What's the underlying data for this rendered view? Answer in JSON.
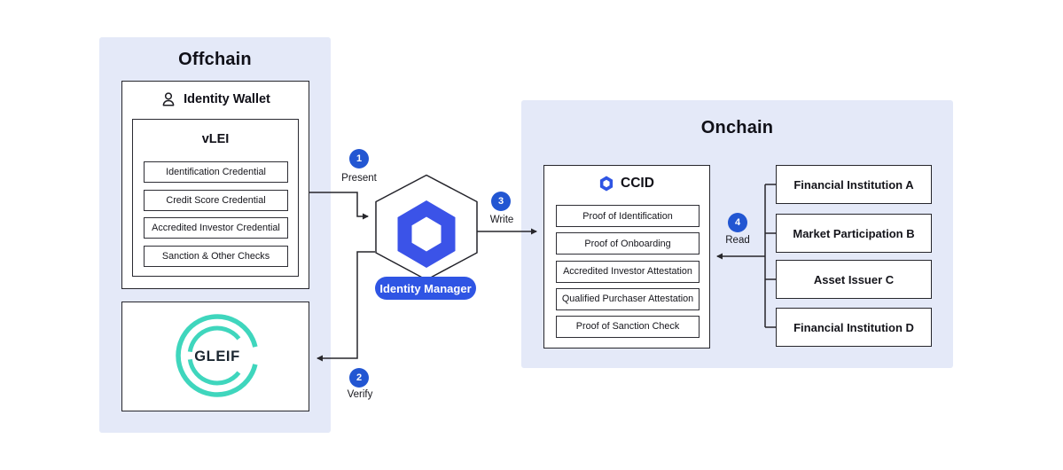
{
  "colors": {
    "panel_lavender": "#E4E9F8",
    "chainlink_blue": "#3B53E8",
    "pill_blue": "#2F55E4",
    "step_circle_blue": "#2256D2",
    "gleif_teal": "#3FD6BD",
    "line_ink": "#26262b"
  },
  "offchain": {
    "title": "Offchain",
    "identity_wallet": {
      "icon": "person-icon",
      "title": "Identity Wallet",
      "vlei": {
        "title": "vLEI",
        "credentials": [
          "Identification Credential",
          "Credit Score Credential",
          "Accredited Investor Credential",
          "Sanction & Other Checks"
        ]
      }
    },
    "gleif": {
      "icon": "gleif-rings-icon",
      "label": "GLEIF"
    }
  },
  "identity_manager": {
    "icon": "chainlink-hexagon-logo",
    "label": "Identity Manager"
  },
  "steps": [
    {
      "number": "1",
      "label": "Present"
    },
    {
      "number": "2",
      "label": "Verify"
    },
    {
      "number": "3",
      "label": "Write"
    },
    {
      "number": "4",
      "label": "Read"
    }
  ],
  "onchain": {
    "title": "Onchain",
    "ccid": {
      "icon": "chainlink-hexagon-icon",
      "title": "CCID",
      "records": [
        "Proof of Identification",
        "Proof of Onboarding",
        "Accredited Investor Attestation",
        "Qualified Purchaser Attestation",
        "Proof of Sanction Check"
      ]
    },
    "participants": [
      "Financial Institution A",
      "Market Participation B",
      "Asset Issuer C",
      "Financial Institution D"
    ]
  }
}
